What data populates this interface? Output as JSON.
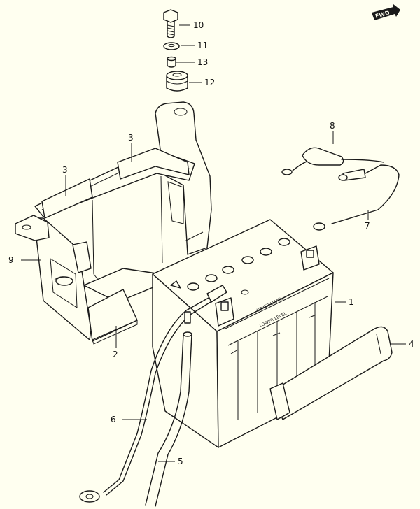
{
  "direction_badge": "FWD",
  "battery_markings": {
    "upper": "UPPER LEVEL",
    "lower": "LOWER LEVEL"
  },
  "callouts": [
    "10",
    "11",
    "13",
    "12",
    "3",
    "3",
    "8",
    "9",
    "7",
    "1",
    "4",
    "2",
    "6",
    "5"
  ],
  "colors": {
    "background": "#fffff0",
    "ink": "#1a1a1a"
  }
}
